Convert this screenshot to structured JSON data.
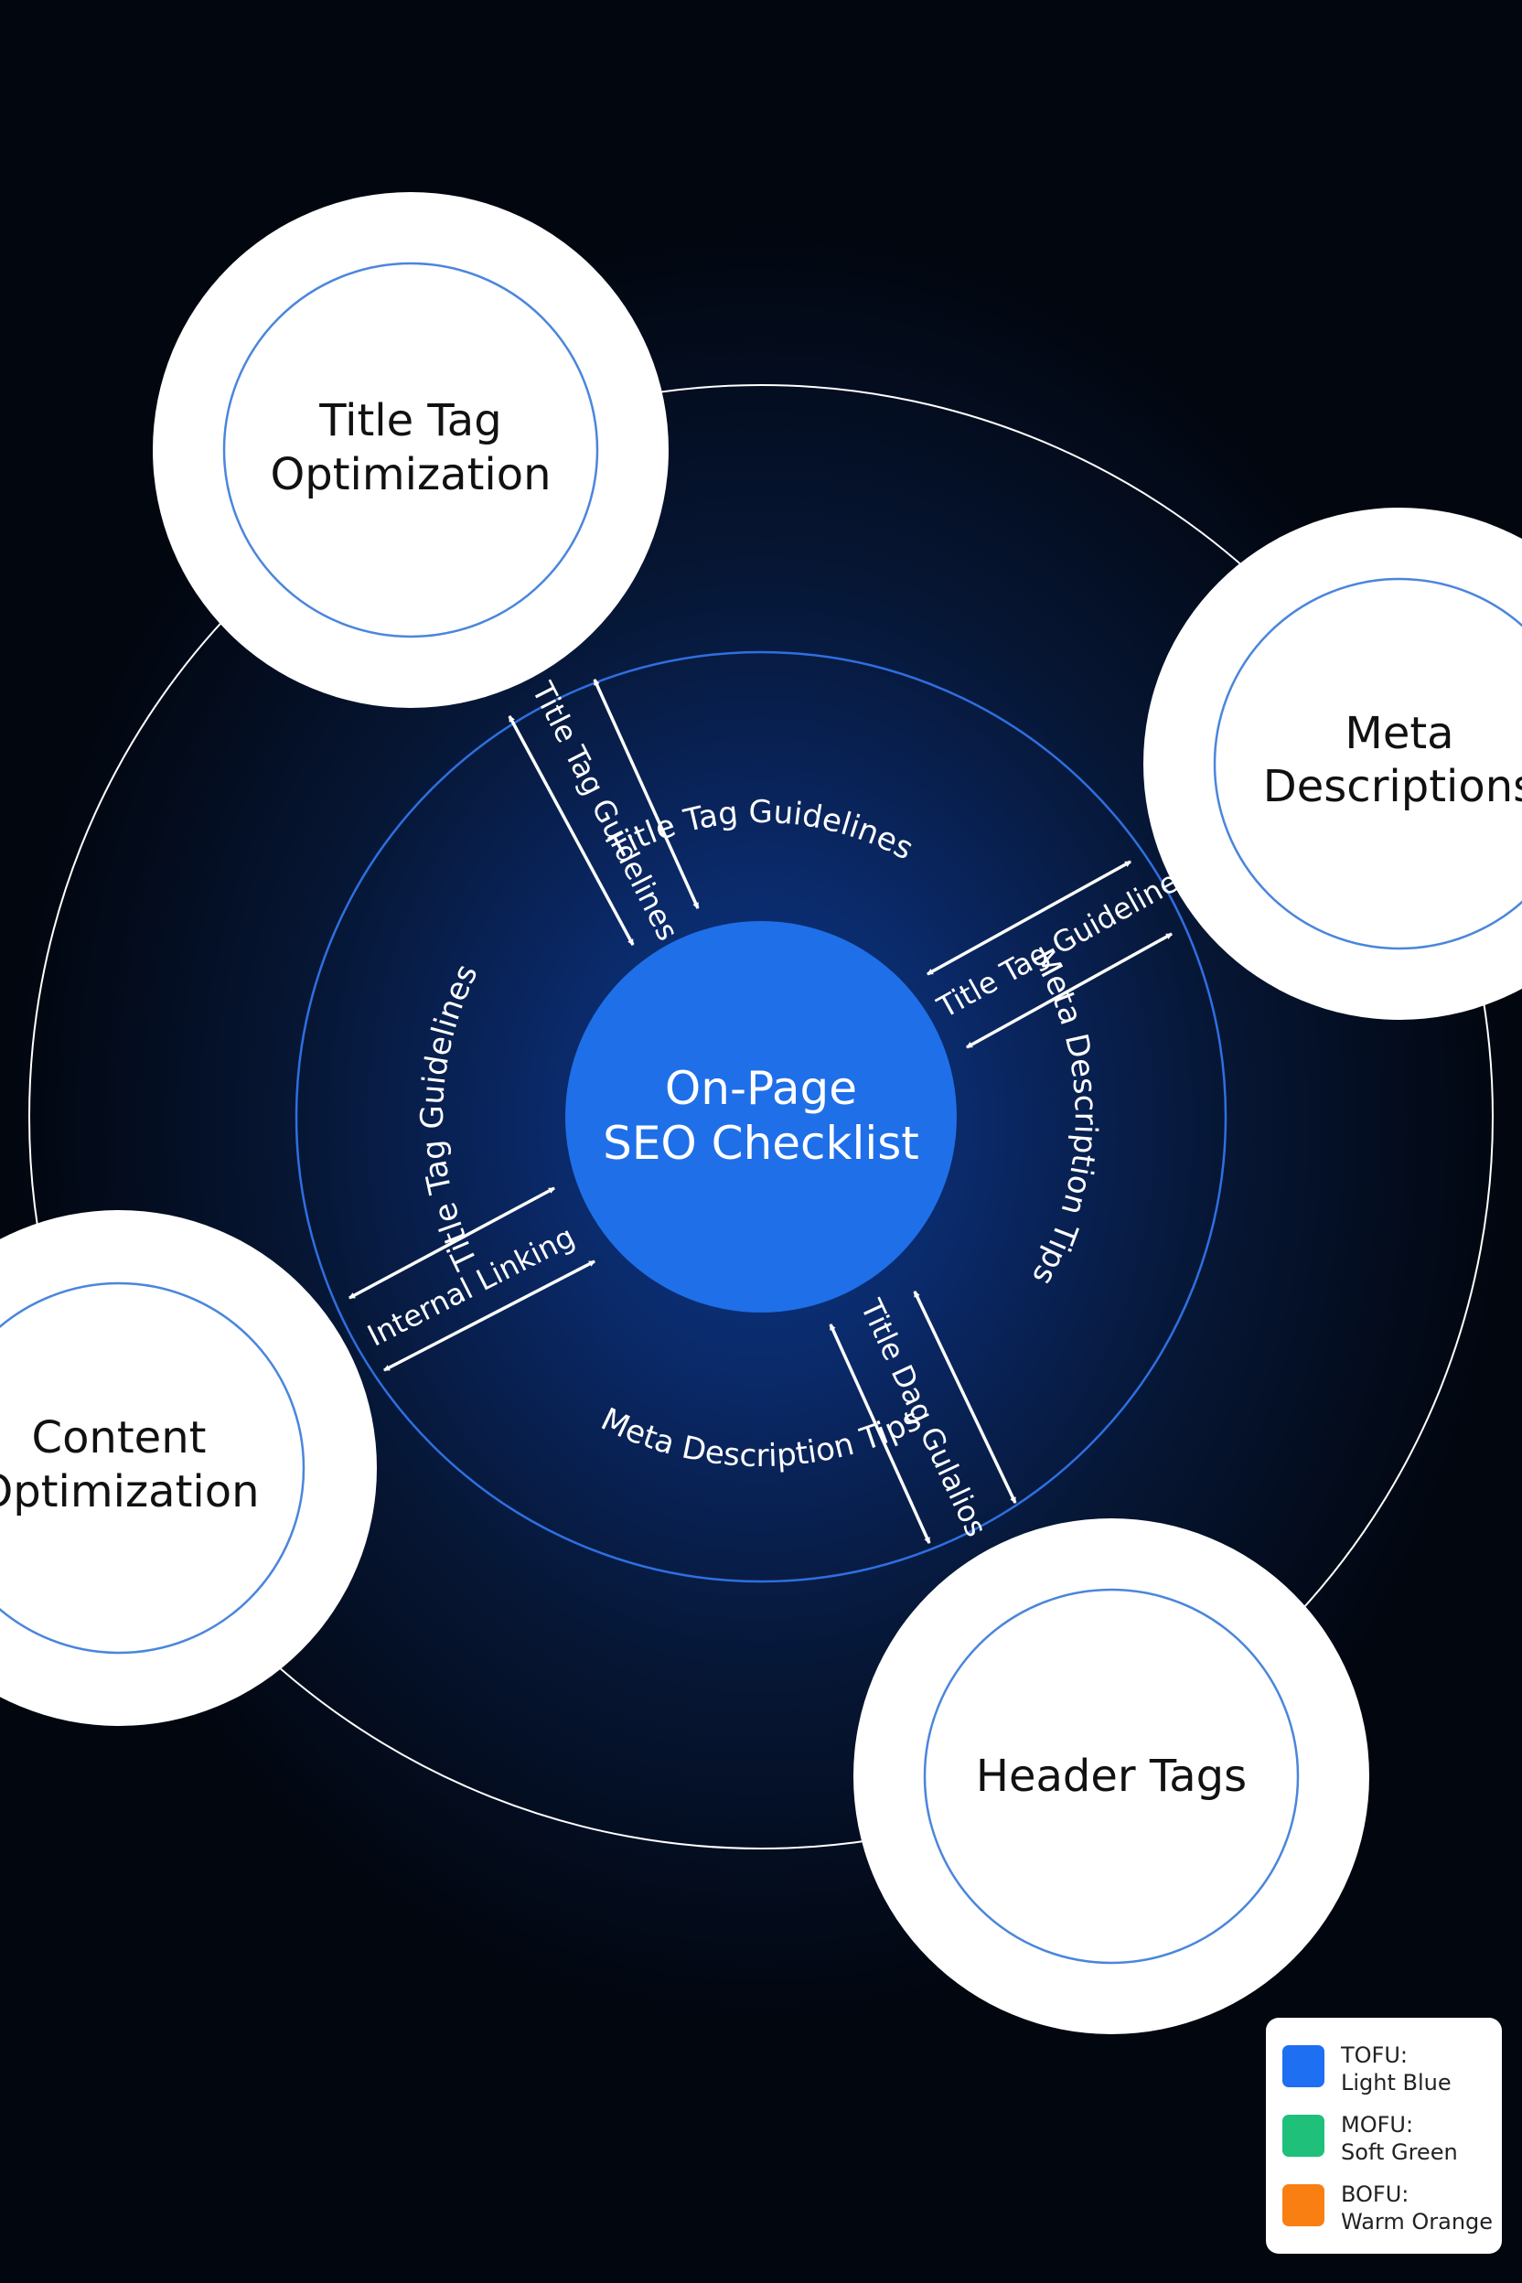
{
  "center": {
    "line1": "On-Page",
    "line2": "SEO Checklist"
  },
  "nodes": [
    {
      "line1": "Title Tag",
      "line2": "Optimization"
    },
    {
      "line1": "Meta",
      "line2": "Descriptions"
    },
    {
      "line1": "Content",
      "line2": "Optimization"
    },
    {
      "line1": "Header Tags"
    }
  ],
  "ring_labels": {
    "top": "Title Tag Guidelines",
    "left": "Title Tag Guidelines",
    "right": "Meta Description Tips",
    "bottom": "Meta Description Tips"
  },
  "connector_labels": {
    "title_tag": "Title Tag Guidelines",
    "meta": "Title Tag Guideline",
    "content": "Internal Linking",
    "header": "Title Dag Gulalios"
  },
  "legend": [
    {
      "code": "TOFU:",
      "name": "Light Blue",
      "color": "#1e6ff2"
    },
    {
      "code": "MOFU:",
      "name": "Soft Green",
      "color": "#1fc07a"
    },
    {
      "code": "BOFU:",
      "name": "Warm Orange",
      "color": "#f97f12"
    }
  ],
  "colors": {
    "center_fill": "#1f6fe8",
    "node_fill": "#ffffff",
    "node_inner_ring": "#4a86dc",
    "inner_ring": "#2f6fe0",
    "outer_ring": "#ffffff"
  }
}
